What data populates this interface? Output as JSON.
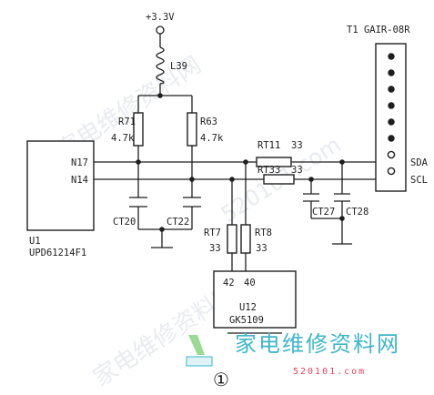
{
  "watermark": {
    "cn_text": "家电维修资料网",
    "domain_text": "520101.com",
    "logo_text": "家电维修资料网",
    "logo_url": "520101.com",
    "color_brand": "#3fb6c9",
    "color_url": "#e0445a"
  },
  "figure_number": "①",
  "supply": {
    "label": "+3.3V"
  },
  "inductor": {
    "label": "L39"
  },
  "resistors": {
    "r71": {
      "name": "R71",
      "value": "4.7k"
    },
    "r63": {
      "name": "R63",
      "value": "4.7k"
    },
    "rt11": {
      "name": "RT11",
      "value": "33"
    },
    "rt33": {
      "name": "RT33",
      "value": "33"
    },
    "rt7": {
      "name": "RT7",
      "value": "33"
    },
    "rt8": {
      "name": "RT8",
      "value": "33"
    }
  },
  "capacitors": {
    "ct20": "CT20",
    "ct22": "CT22",
    "ct27": "CT27",
    "ct28": "CT28"
  },
  "u1": {
    "ref": "U1",
    "part": "UPD61214F1",
    "pin1": "N17",
    "pin2": "N14"
  },
  "u12": {
    "ref": "U12",
    "part": "GK5109",
    "pin1": "42",
    "pin2": "40"
  },
  "t1": {
    "label": "T1 GAIR-08R",
    "sda": "SDA",
    "scl": "SCL"
  }
}
